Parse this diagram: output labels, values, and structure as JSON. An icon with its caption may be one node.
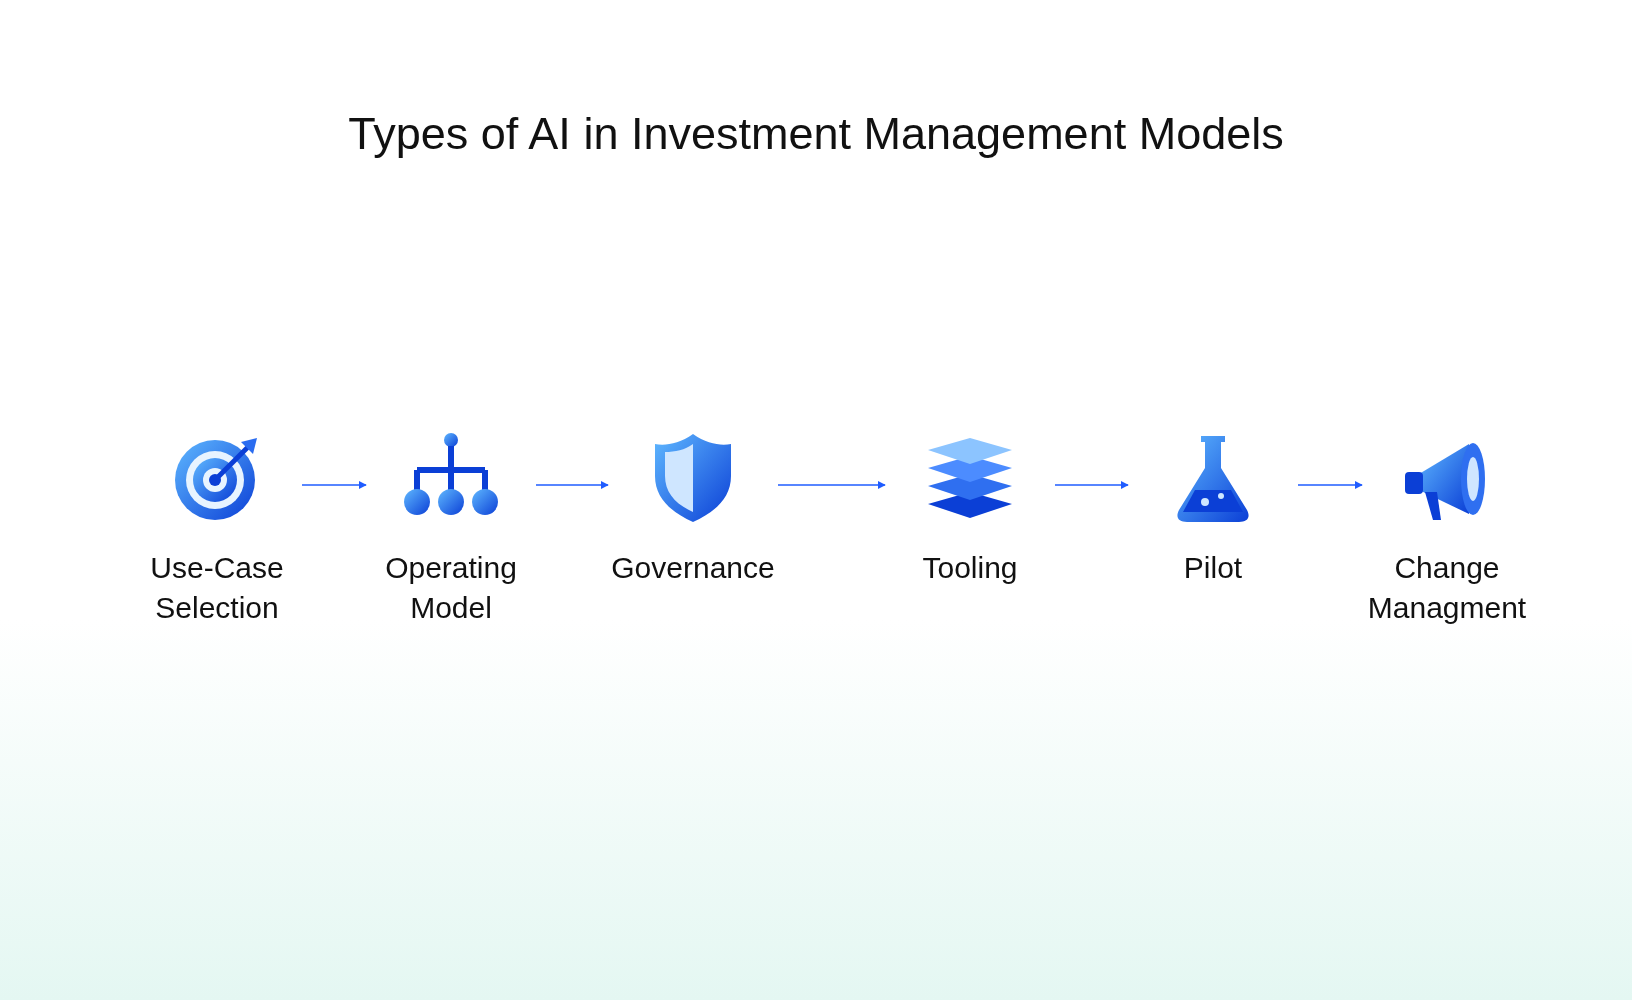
{
  "diagram": {
    "title": "Types of AI in Investment Management Models",
    "nodes": [
      {
        "text": [
          "Use-Case Selection"
        ]
      },
      {
        "text": [
          "Operating Model"
        ]
      },
      {
        "text": [
          "Governance"
        ]
      },
      {
        "text": [
          "Tooling"
        ]
      },
      {
        "text": [
          "Pilot"
        ]
      },
      {
        "text": [
          "Change Managment"
        ]
      }
    ],
    "edges": [
      {
        "from": 0,
        "to": 1,
        "arrow": "to"
      },
      {
        "from": 1,
        "to": 2,
        "arrow": "to"
      },
      {
        "from": 2,
        "to": 3,
        "arrow": "to"
      },
      {
        "from": 3,
        "to": 4,
        "arrow": "to"
      },
      {
        "from": 4,
        "to": 5,
        "arrow": "to"
      }
    ]
  }
}
